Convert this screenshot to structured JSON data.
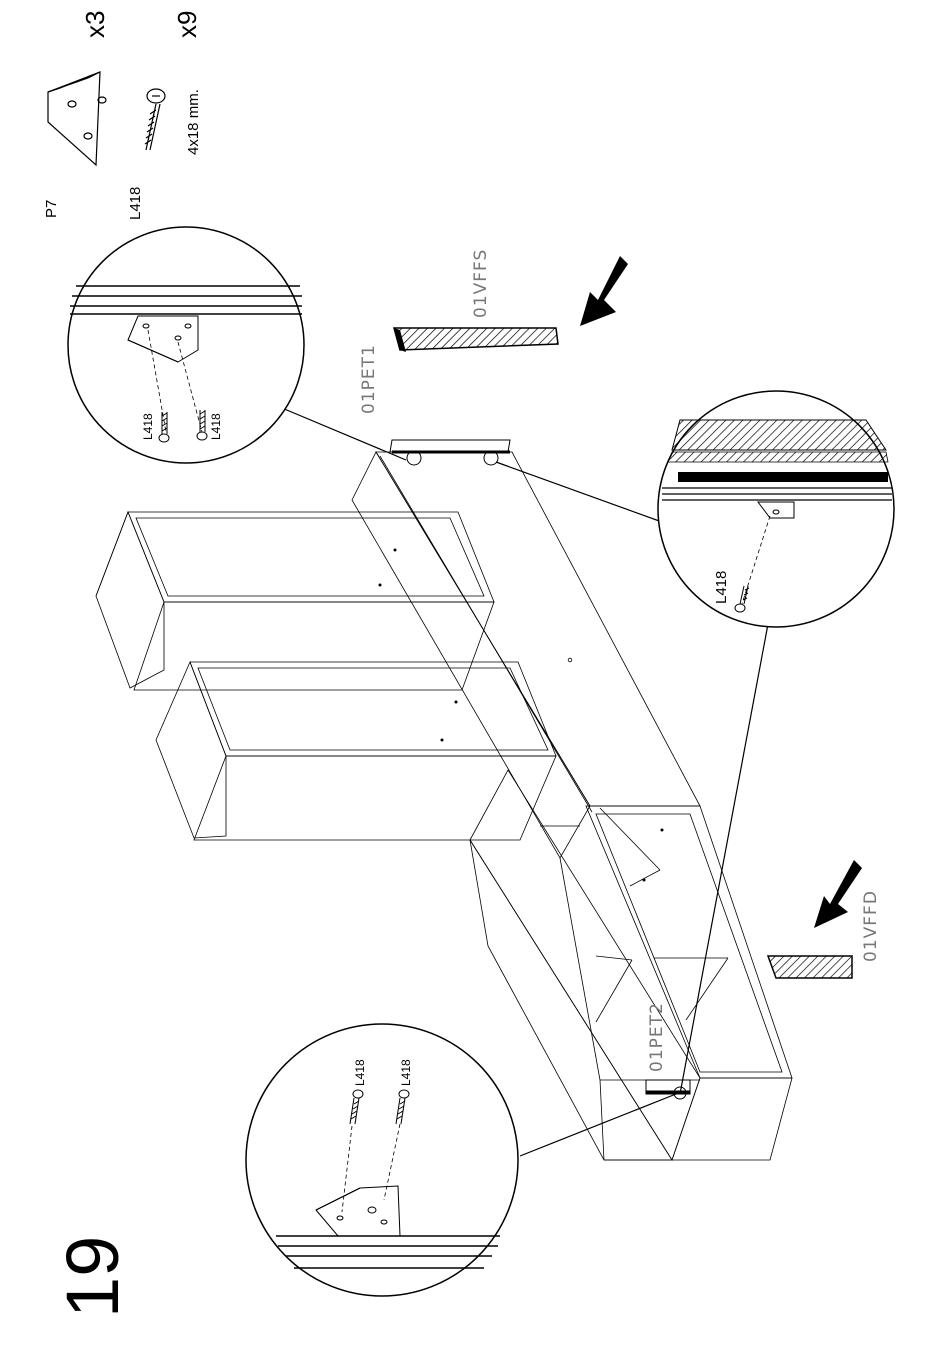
{
  "step_number": "19",
  "parts_list": [
    {
      "part": "P7",
      "quantity": "x3"
    },
    {
      "part": "L418",
      "size": "4x18 mm.",
      "quantity": "x9"
    }
  ],
  "part_labels": {
    "shelf_top": "01PET1",
    "shelf_bottom": "01PET2",
    "front_top": "01VFFS",
    "front_bottom": "01VFFD"
  },
  "screw_labels": {
    "detail_top": [
      "L418",
      "L418"
    ],
    "detail_right": [
      "L418"
    ],
    "detail_bottom": [
      "L418",
      "L418"
    ]
  },
  "colors": {
    "ink": "#000000",
    "code_text": "#777777",
    "background": "#ffffff"
  }
}
